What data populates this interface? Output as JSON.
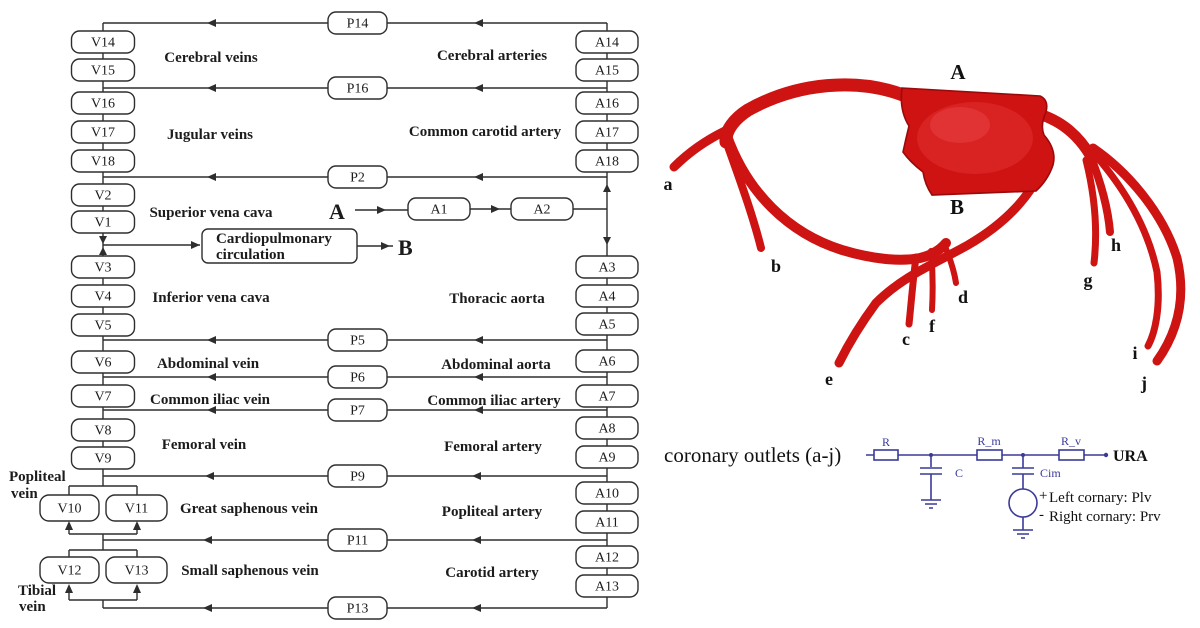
{
  "block": {
    "veins": [
      "V14",
      "V15",
      "V16",
      "V17",
      "V18",
      "V2",
      "V1",
      "V3",
      "V4",
      "V5",
      "V6",
      "V7",
      "V8",
      "V9",
      "V10",
      "V11",
      "V12",
      "V13"
    ],
    "arteries": [
      "A14",
      "A15",
      "A16",
      "A17",
      "A18",
      "A1",
      "A2",
      "A3",
      "A4",
      "A5",
      "A6",
      "A7",
      "A8",
      "A9",
      "A10",
      "A11",
      "A12",
      "A13"
    ],
    "pressures": [
      "P14",
      "P16",
      "P2",
      "P5",
      "P6",
      "P7",
      "P9",
      "P11",
      "P13"
    ],
    "vein_regions": [
      "Cerebral veins",
      "Jugular veins",
      "Superior vena cava",
      "Inferior vena cava",
      "Abdominal vein",
      "Common iliac vein",
      "Femoral vein",
      "Great saphenous vein",
      "Small saphenous vein"
    ],
    "artery_regions": [
      "Cerebral arteries",
      "Common carotid artery",
      "Thoracic aorta",
      "Abdominal aorta",
      "Common iliac artery",
      "Femoral artery",
      "Popliteal artery",
      "Carotid artery"
    ],
    "popliteal_label": [
      "Popliteal",
      "vein"
    ],
    "tibial_label": [
      "Tibial",
      "vein"
    ],
    "cardiopulmonary": [
      "Cardiopulmonary",
      "circulation"
    ],
    "inlet": "A",
    "outlet": "B"
  },
  "anatomy": {
    "aorta": "A",
    "coronary_root": "B",
    "outlets": [
      "a",
      "b",
      "c",
      "d",
      "e",
      "f",
      "g",
      "h",
      "i",
      "j"
    ]
  },
  "circuit": {
    "caption": "coronary outlets (a-j)",
    "resistors": [
      "R",
      "R_m",
      "R_v"
    ],
    "capacitors": [
      "C",
      "Cim"
    ],
    "terminal": "URA",
    "plus": "+",
    "minus": "-",
    "left": "Left cornary: Plv",
    "right": "Right cornary: Prv"
  },
  "colors": {
    "vessel": "#ce1313",
    "vessel_dark": "#9a0a0a",
    "circuit": "#3a3a99",
    "line": "#2e2e2e"
  }
}
